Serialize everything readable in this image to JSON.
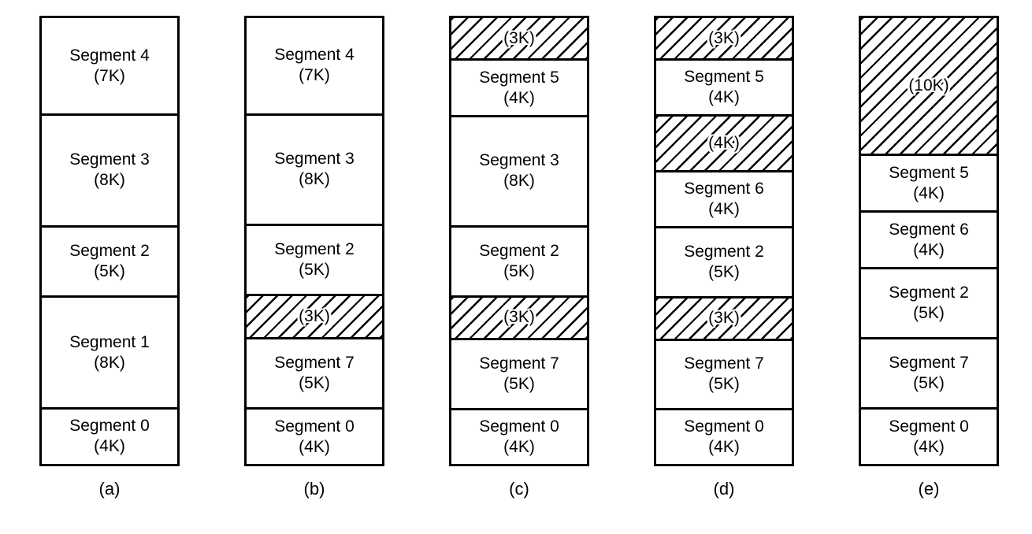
{
  "figure": {
    "colors": {
      "line": "#000000",
      "background": "#ffffff",
      "hatch": "#000000"
    },
    "total_k_per_column": 32,
    "columns": [
      {
        "label": "(a)",
        "blocks": [
          {
            "kind": "segment",
            "title": "Segment 4",
            "size_label": "(7K)",
            "k": 7
          },
          {
            "kind": "segment",
            "title": "Segment 3",
            "size_label": "(8K)",
            "k": 8
          },
          {
            "kind": "segment",
            "title": "Segment 2",
            "size_label": "(5K)",
            "k": 5
          },
          {
            "kind": "segment",
            "title": "Segment 1",
            "size_label": "(8K)",
            "k": 8
          },
          {
            "kind": "segment",
            "title": "Segment 0",
            "size_label": "(4K)",
            "k": 4
          }
        ]
      },
      {
        "label": "(b)",
        "blocks": [
          {
            "kind": "segment",
            "title": "Segment 4",
            "size_label": "(7K)",
            "k": 7
          },
          {
            "kind": "segment",
            "title": "Segment 3",
            "size_label": "(8K)",
            "k": 8
          },
          {
            "kind": "segment",
            "title": "Segment 2",
            "size_label": "(5K)",
            "k": 5
          },
          {
            "kind": "free",
            "size_label": "(3K)",
            "k": 3
          },
          {
            "kind": "segment",
            "title": "Segment 7",
            "size_label": "(5K)",
            "k": 5
          },
          {
            "kind": "segment",
            "title": "Segment 0",
            "size_label": "(4K)",
            "k": 4
          }
        ]
      },
      {
        "label": "(c)",
        "blocks": [
          {
            "kind": "free",
            "size_label": "(3K)",
            "k": 3
          },
          {
            "kind": "segment",
            "title": "Segment 5",
            "size_label": "(4K)",
            "k": 4
          },
          {
            "kind": "segment",
            "title": "Segment 3",
            "size_label": "(8K)",
            "k": 8
          },
          {
            "kind": "segment",
            "title": "Segment 2",
            "size_label": "(5K)",
            "k": 5
          },
          {
            "kind": "free",
            "size_label": "(3K)",
            "k": 3
          },
          {
            "kind": "segment",
            "title": "Segment 7",
            "size_label": "(5K)",
            "k": 5
          },
          {
            "kind": "segment",
            "title": "Segment 0",
            "size_label": "(4K)",
            "k": 4
          }
        ]
      },
      {
        "label": "(d)",
        "blocks": [
          {
            "kind": "free",
            "size_label": "(3K)",
            "k": 3
          },
          {
            "kind": "segment",
            "title": "Segment 5",
            "size_label": "(4K)",
            "k": 4
          },
          {
            "kind": "free",
            "size_label": "(4K)",
            "k": 4
          },
          {
            "kind": "segment",
            "title": "Segment 6",
            "size_label": "(4K)",
            "k": 4
          },
          {
            "kind": "segment",
            "title": "Segment 2",
            "size_label": "(5K)",
            "k": 5
          },
          {
            "kind": "free",
            "size_label": "(3K)",
            "k": 3
          },
          {
            "kind": "segment",
            "title": "Segment 7",
            "size_label": "(5K)",
            "k": 5
          },
          {
            "kind": "segment",
            "title": "Segment 0",
            "size_label": "(4K)",
            "k": 4
          }
        ]
      },
      {
        "label": "(e)",
        "blocks": [
          {
            "kind": "free",
            "size_label": "(10K)",
            "k": 10
          },
          {
            "kind": "segment",
            "title": "Segment 5",
            "size_label": "(4K)",
            "k": 4
          },
          {
            "kind": "segment",
            "title": "Segment 6",
            "size_label": "(4K)",
            "k": 4
          },
          {
            "kind": "segment",
            "title": "Segment 2",
            "size_label": "(5K)",
            "k": 5
          },
          {
            "kind": "segment",
            "title": "Segment 7",
            "size_label": "(5K)",
            "k": 5
          },
          {
            "kind": "segment",
            "title": "Segment 0",
            "size_label": "(4K)",
            "k": 4
          }
        ]
      }
    ]
  }
}
